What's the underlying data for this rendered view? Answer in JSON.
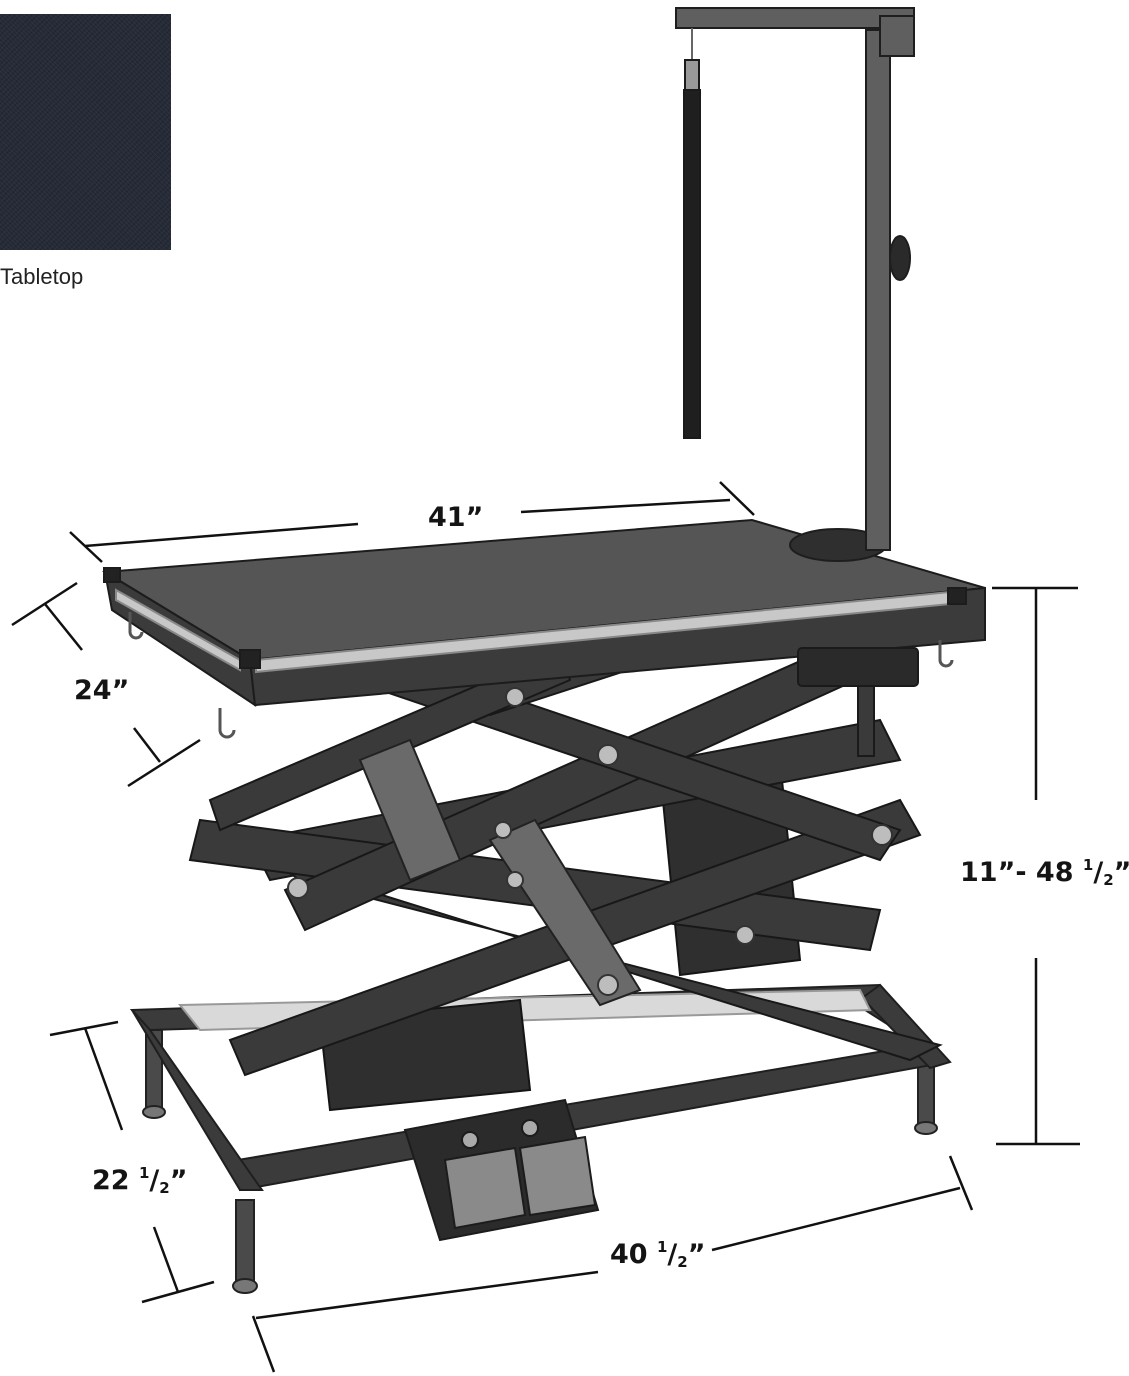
{
  "swatch": {
    "label": "Tabletop",
    "color": "#262b38"
  },
  "dimensions": {
    "top_length": "41”",
    "top_depth": "24”",
    "height": {
      "prefix": "11”- 48 ",
      "num": "1",
      "slash": "/",
      "den": "2",
      "suffix": "”"
    },
    "base_depth": {
      "prefix": "22 ",
      "num": "1",
      "slash": "/",
      "den": "2",
      "suffix": "”"
    },
    "base_length": {
      "prefix": "40 ",
      "num": "1",
      "slash": "/",
      "den": "2",
      "suffix": "”"
    }
  },
  "colors": {
    "frame": "#3b3b3b",
    "tabletop": "#555555",
    "trim": "#c8c8c8",
    "line": "#111111"
  }
}
